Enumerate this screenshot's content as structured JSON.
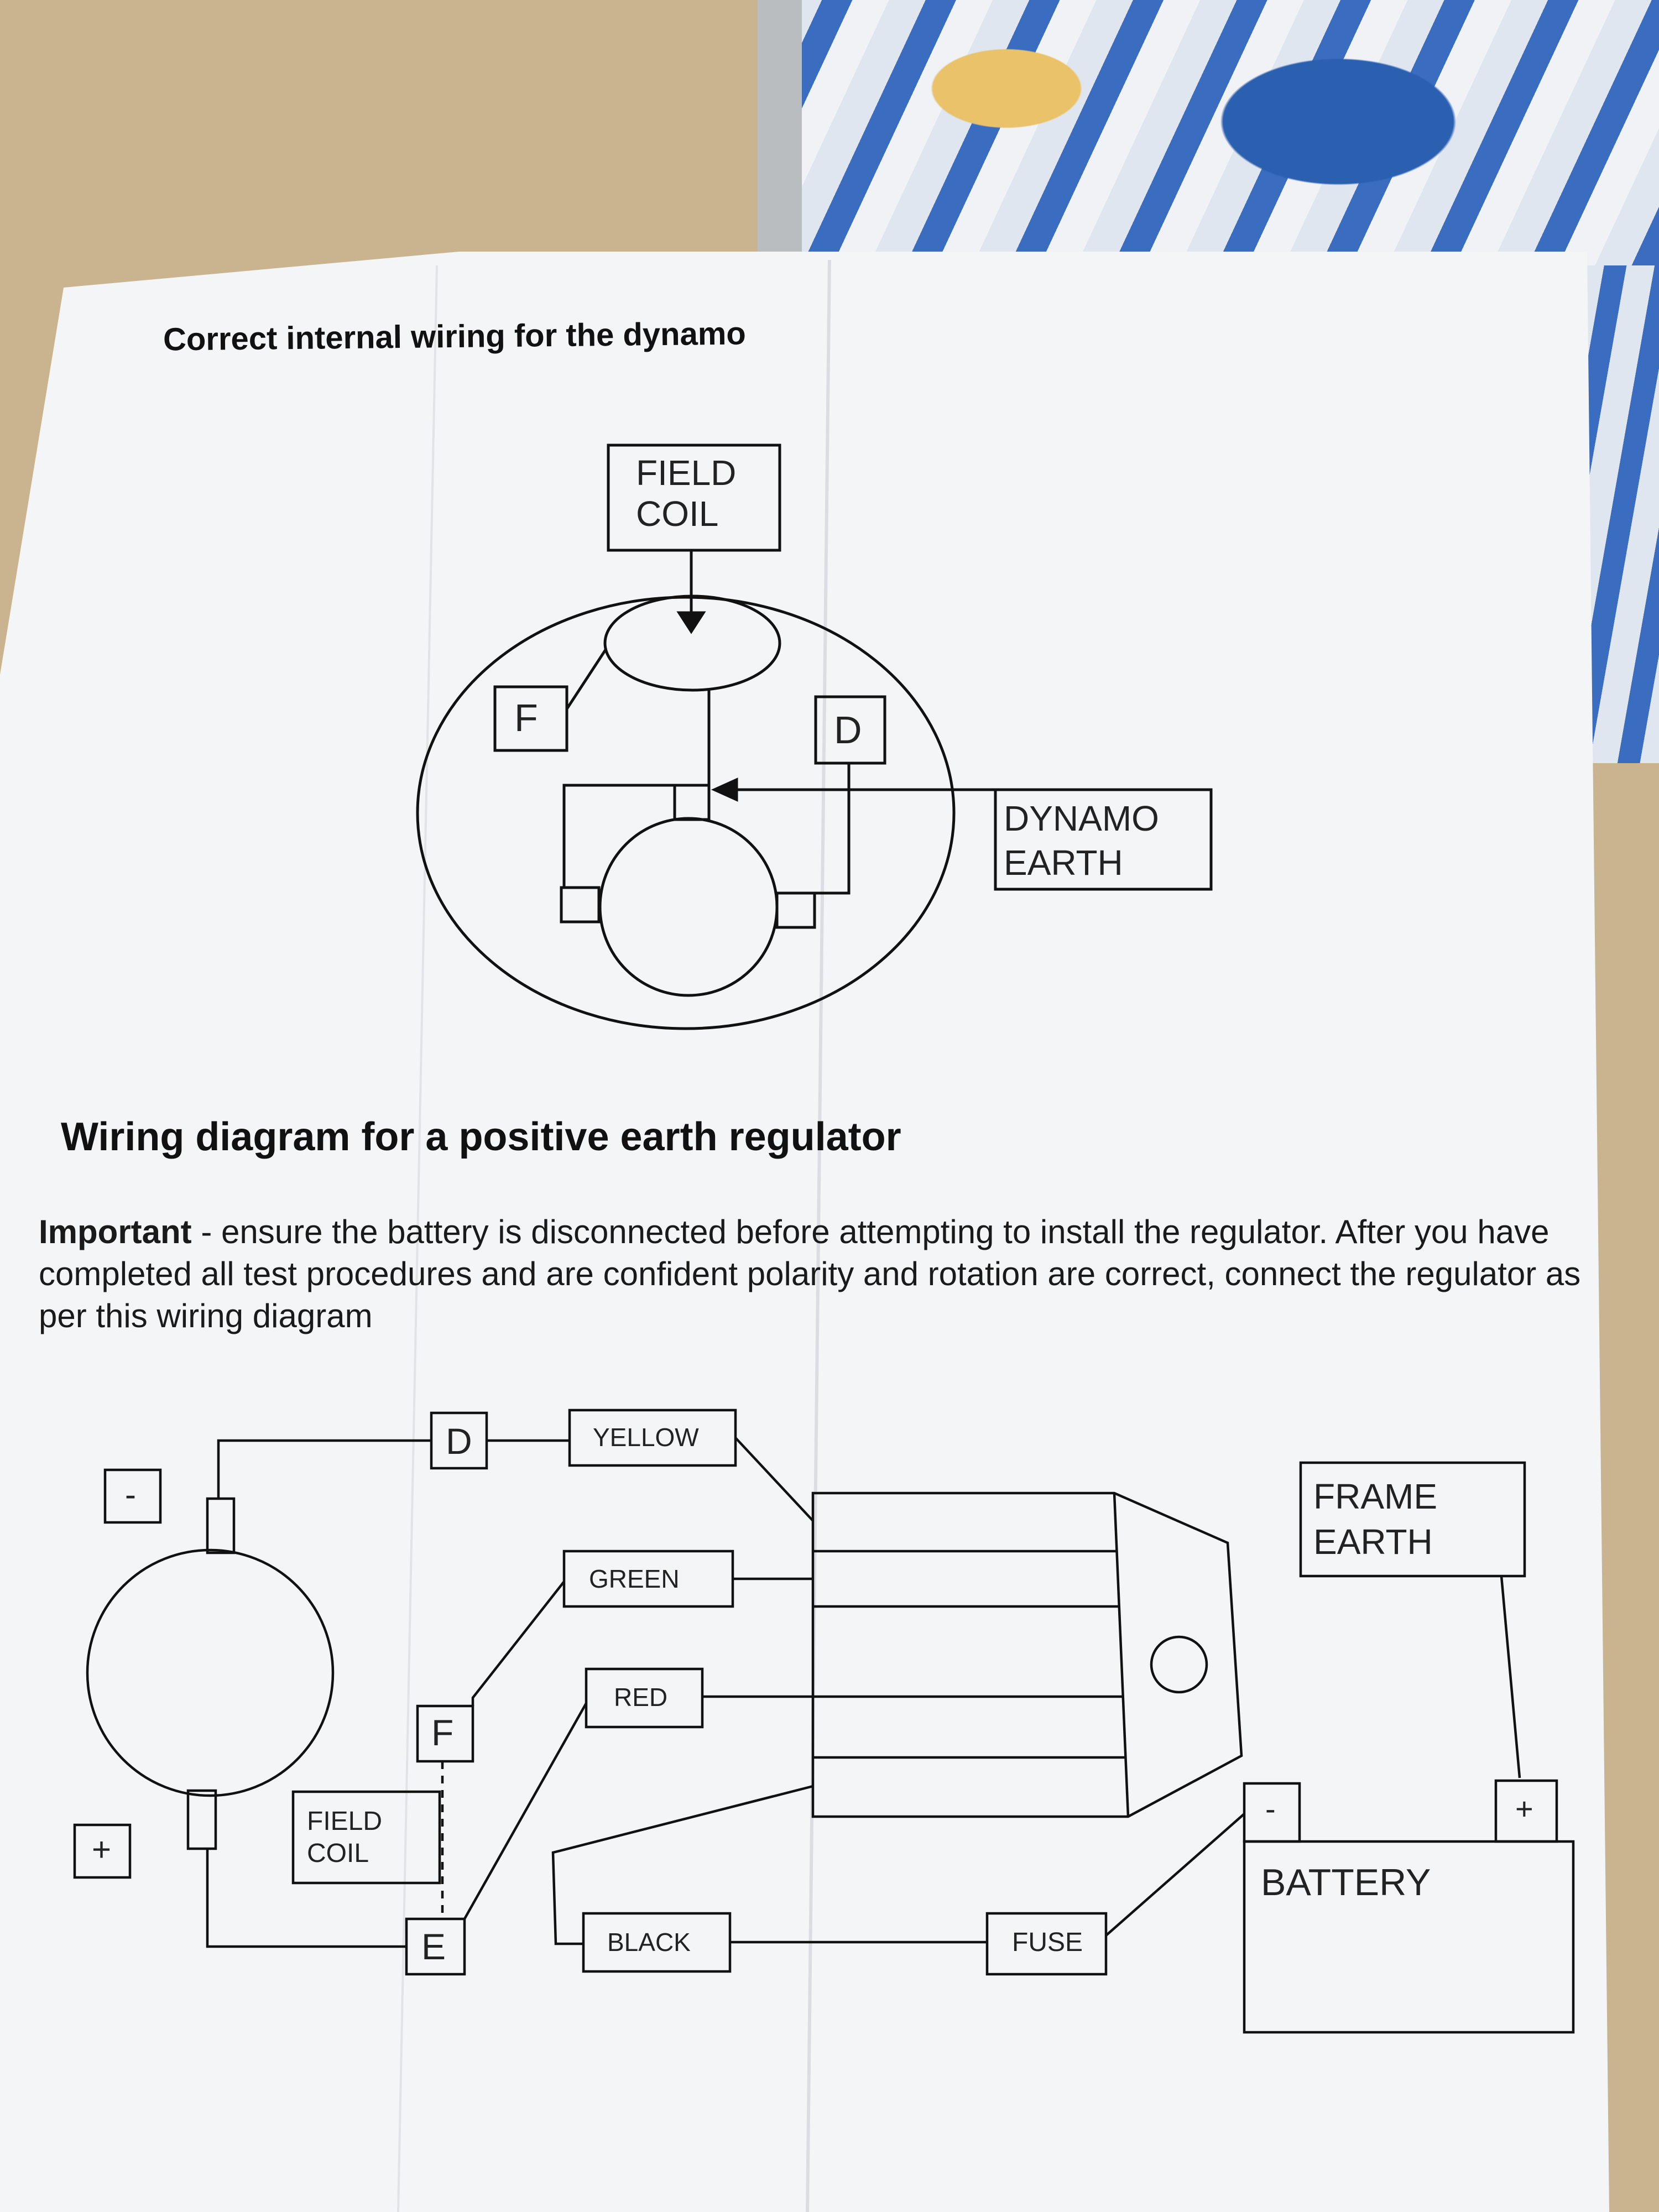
{
  "heading_internal": "Correct internal wiring for the dynamo",
  "heading_regulator": "Wiring diagram for a positive earth regulator",
  "note": {
    "lead": "Important",
    "text": " - ensure the battery is disconnected before attempting to install the regulator. After you have completed all test procedures and are confident polarity and rotation are correct, connect the regulator as per this wiring diagram"
  },
  "internal_diagram": {
    "field_coil": [
      "FIELD",
      "COIL"
    ],
    "terminal_f": "F",
    "terminal_d": "D",
    "dynamo_earth": [
      "DYNAMO",
      "EARTH"
    ]
  },
  "regulator_diagram": {
    "dynamo_minus": "-",
    "dynamo_plus": "+",
    "terminal_d": "D",
    "terminal_f": "F",
    "terminal_e": "E",
    "field_coil": [
      "FIELD",
      "COIL"
    ],
    "wires": {
      "yellow": "YELLOW",
      "green": "GREEN",
      "red": "RED",
      "black": "BLACK"
    },
    "fuse": "FUSE",
    "frame_earth": [
      "FRAME",
      "EARTH"
    ],
    "battery": {
      "label": "BATTERY",
      "minus": "-",
      "plus": "+"
    }
  }
}
